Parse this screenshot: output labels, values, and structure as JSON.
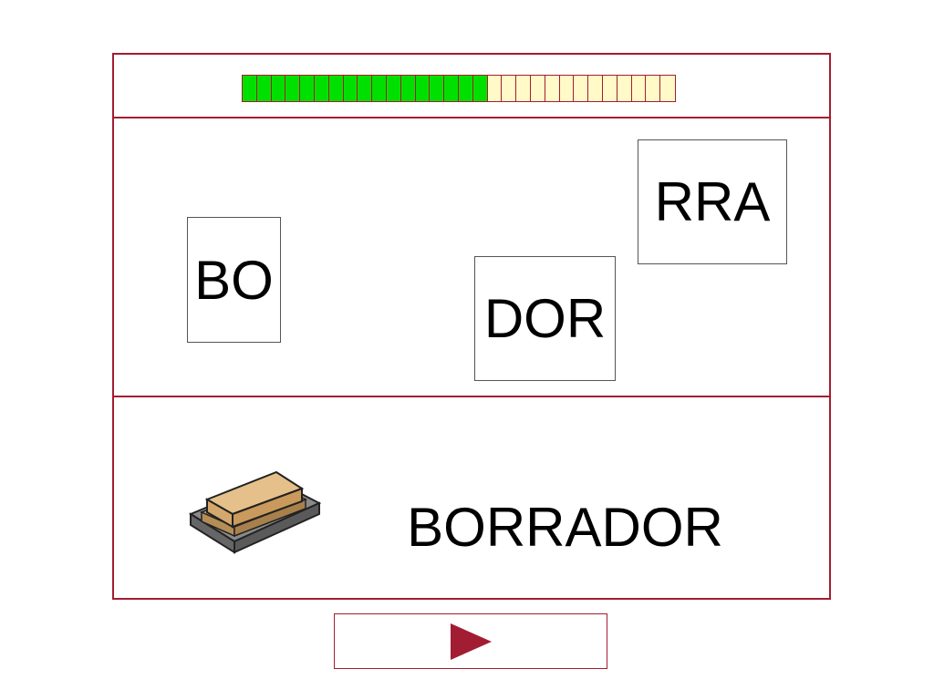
{
  "progress": {
    "completed_segments": 17,
    "total_segments": 30,
    "fill_color": "#00e000",
    "empty_color": "#fffac8"
  },
  "tiles": [
    {
      "label": "BO"
    },
    {
      "label": "DOR"
    },
    {
      "label": "RRA"
    }
  ],
  "picture": {
    "icon": "eraser-icon"
  },
  "answer": {
    "word": "BORRADOR"
  },
  "navigation": {
    "next_icon": "play-arrow-icon",
    "accent_color": "#a31d32"
  }
}
